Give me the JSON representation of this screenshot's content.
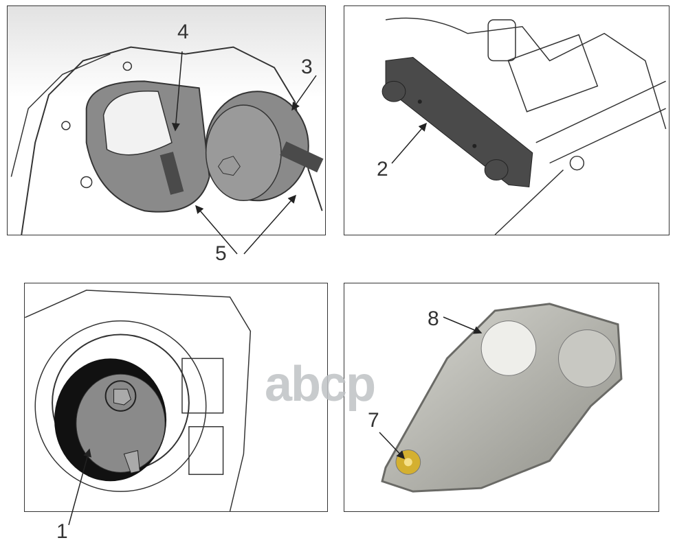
{
  "callouts": {
    "c1": "1",
    "c2": "2",
    "c3": "3",
    "c4": "4",
    "c5": "5",
    "c7": "7",
    "c8": "8"
  },
  "watermark": "abcp",
  "colors": {
    "tool_gray": "#8a8a8a",
    "dark_tool": "#4a4a4a",
    "line": "#333333",
    "brass": "#d4b030"
  }
}
